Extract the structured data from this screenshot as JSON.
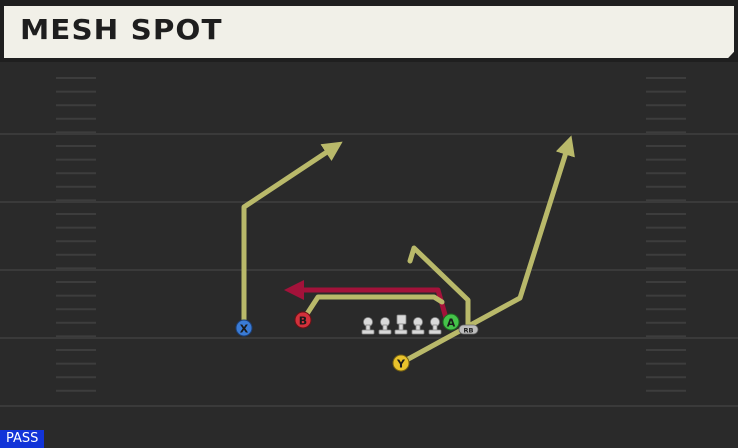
{
  "header": {
    "title": "MESH SPOT"
  },
  "badge": {
    "label": "PASS",
    "color": "#1234d8"
  },
  "colors": {
    "route": "#b9b96a",
    "route_primary": "#a3123a",
    "field": "#2a2a2a",
    "x_player": "#3a7bd5",
    "b_player": "#d2313b",
    "a_player": "#45c24a",
    "y_player": "#e8c22c",
    "linemen": "#d9d9d9"
  },
  "players": {
    "x": "X",
    "b": "B",
    "a": "A",
    "y": "Y",
    "rb": "RB"
  }
}
